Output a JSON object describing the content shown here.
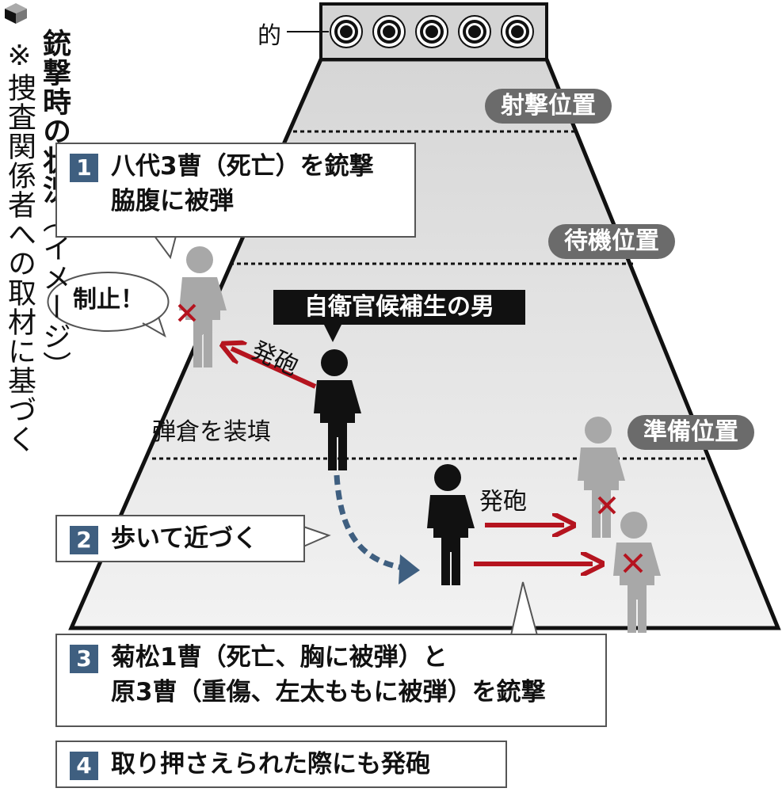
{
  "title": {
    "main": "銃撃時の状況",
    "sub": "（イメージ）",
    "note": "※捜査関係者への取材に基づく"
  },
  "target_label": "的",
  "positions": {
    "shooting": "射撃位置",
    "waiting": "待機位置",
    "ready": "準備位置"
  },
  "suspect_label": "自衛官候補生の男",
  "speech": "制止！",
  "annotations": {
    "fire1": "発砲",
    "reload": "弾倉を装填",
    "fire2": "発砲"
  },
  "steps": [
    {
      "num": "1",
      "lines": [
        "八代3曹（死亡）を銃撃",
        "脇腹に被弾"
      ]
    },
    {
      "num": "2",
      "lines": [
        "歩いて近づく"
      ]
    },
    {
      "num": "3",
      "lines": [
        "菊松1曹（死亡、胸に被弾）と",
        "原3曹（重傷、左太ももに被弾）を銃撃"
      ]
    },
    {
      "num": "4",
      "lines": [
        "取り押さえられた際にも発砲"
      ]
    }
  ],
  "colors": {
    "badge": "#3f5f80",
    "arrow": "#b5141f",
    "pill": "#6b6b6b",
    "figure_gray": "#a8a8a8",
    "figure_black": "#111111"
  }
}
